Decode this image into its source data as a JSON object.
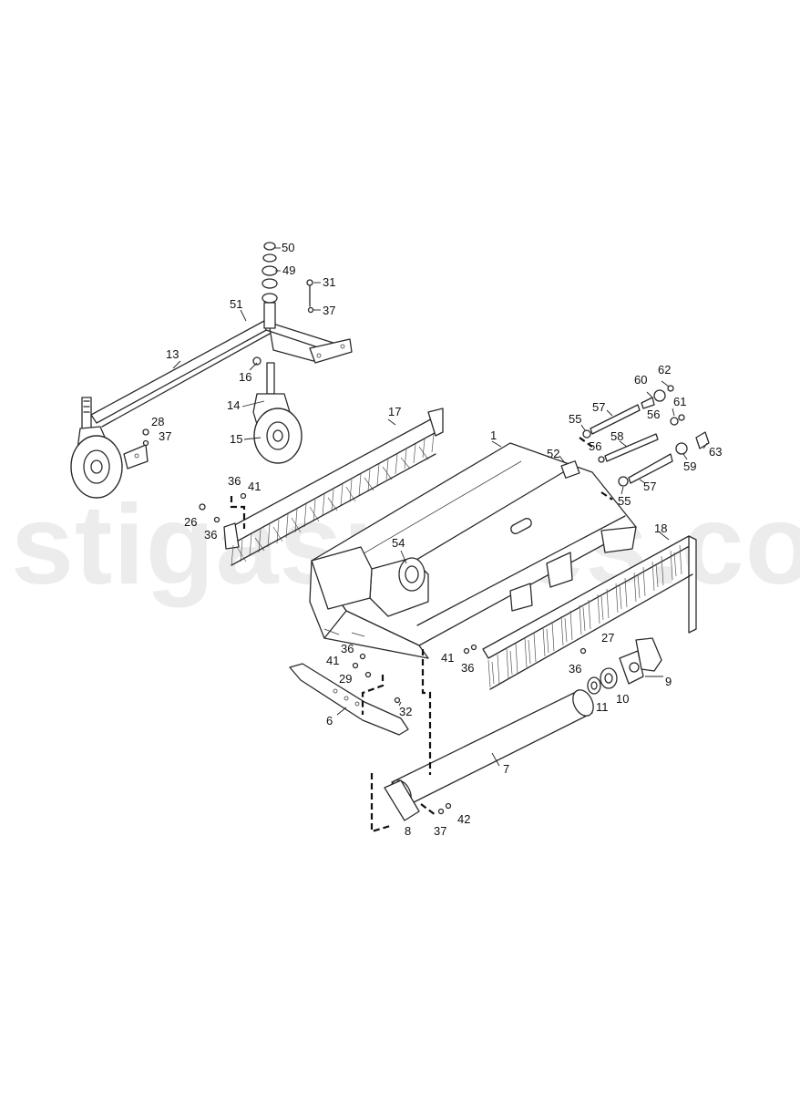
{
  "watermark": "stigaspares.co.uk",
  "callouts": [
    {
      "id": "c50",
      "label": "50"
    },
    {
      "id": "c49",
      "label": "49"
    },
    {
      "id": "c31",
      "label": "31"
    },
    {
      "id": "c37a",
      "label": "37"
    },
    {
      "id": "c51",
      "label": "51"
    },
    {
      "id": "c13",
      "label": "13"
    },
    {
      "id": "c16",
      "label": "16"
    },
    {
      "id": "c14",
      "label": "14"
    },
    {
      "id": "c15",
      "label": "15"
    },
    {
      "id": "c28",
      "label": "28"
    },
    {
      "id": "c37b",
      "label": "37"
    },
    {
      "id": "c17",
      "label": "17"
    },
    {
      "id": "c36a",
      "label": "36"
    },
    {
      "id": "c41a",
      "label": "41"
    },
    {
      "id": "c26",
      "label": "26"
    },
    {
      "id": "c36b",
      "label": "36"
    },
    {
      "id": "c1",
      "label": "1"
    },
    {
      "id": "c52",
      "label": "52"
    },
    {
      "id": "c54",
      "label": "54"
    },
    {
      "id": "c62",
      "label": "62"
    },
    {
      "id": "c60",
      "label": "60"
    },
    {
      "id": "c57a",
      "label": "57"
    },
    {
      "id": "c55a",
      "label": "55"
    },
    {
      "id": "c61",
      "label": "61"
    },
    {
      "id": "c56a",
      "label": "56"
    },
    {
      "id": "c58",
      "label": "58"
    },
    {
      "id": "c56b",
      "label": "56"
    },
    {
      "id": "c63",
      "label": "63"
    },
    {
      "id": "c59",
      "label": "59"
    },
    {
      "id": "c57b",
      "label": "57"
    },
    {
      "id": "c55b",
      "label": "55"
    },
    {
      "id": "c18",
      "label": "18"
    },
    {
      "id": "c36c",
      "label": "36"
    },
    {
      "id": "c41b",
      "label": "41"
    },
    {
      "id": "c29",
      "label": "29"
    },
    {
      "id": "c41c",
      "label": "41"
    },
    {
      "id": "c36d",
      "label": "36"
    },
    {
      "id": "c27",
      "label": "27"
    },
    {
      "id": "c36e",
      "label": "36"
    },
    {
      "id": "c32",
      "label": "32"
    },
    {
      "id": "c6",
      "label": "6"
    },
    {
      "id": "c11",
      "label": "11"
    },
    {
      "id": "c10",
      "label": "10"
    },
    {
      "id": "c9",
      "label": "9"
    },
    {
      "id": "c7",
      "label": "7"
    },
    {
      "id": "c42",
      "label": "42"
    },
    {
      "id": "c8",
      "label": "8"
    },
    {
      "id": "c37c",
      "label": "37"
    }
  ]
}
